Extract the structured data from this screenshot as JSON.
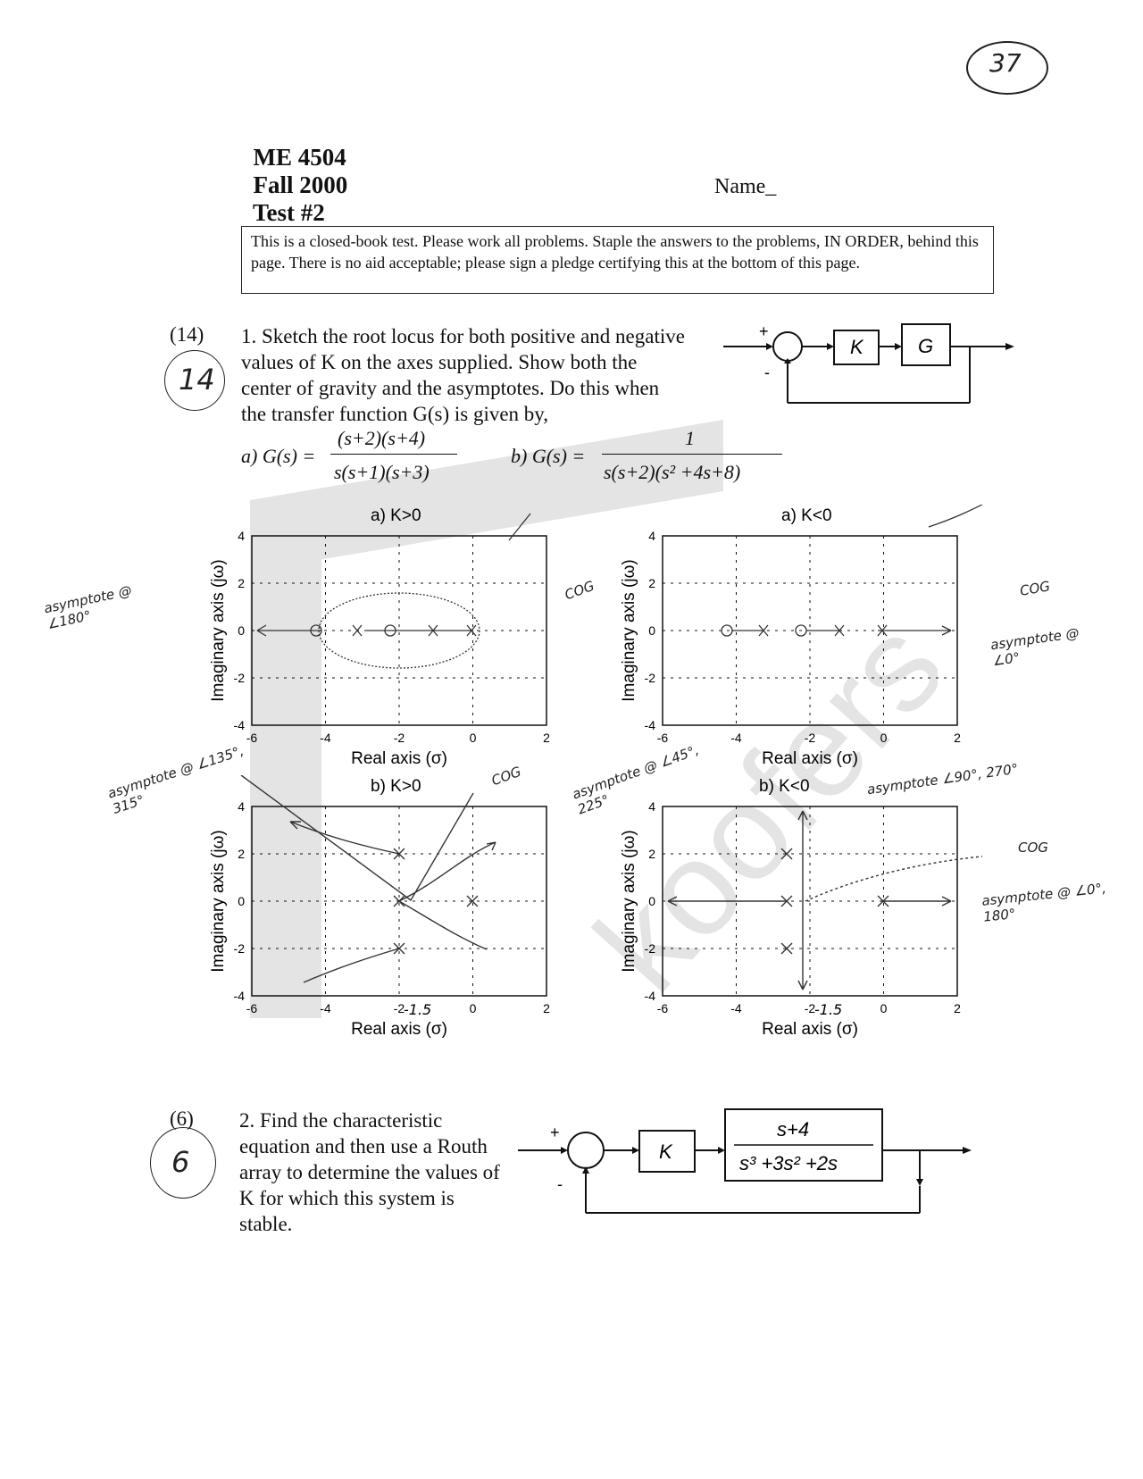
{
  "page_number": "37",
  "header": {
    "course": "ME 4504",
    "term": "Fall 2000",
    "test": "Test #2",
    "name_label": "Name_"
  },
  "notice": "This is a closed-book test. Please work all problems. Staple the answers to the problems, IN ORDER, behind this page. There is no aid acceptable; please sign a pledge certifying this at the bottom of this page.",
  "problem1": {
    "points": "(14)",
    "score": "14",
    "text": "1. Sketch the root locus for both positive and negative values of K on the axes supplied. Show both the center of gravity and the asymptotes. Do this when the transfer function G(s) is given by,",
    "part_a_label": "a)  G(s) =",
    "part_a_num": "(s+2)(s+4)",
    "part_a_den": "s(s+1)(s+3)",
    "part_b_label": "b)  G(s) =",
    "part_b_num": "1",
    "part_b_den": "s(s+2)(s² +4s+8)",
    "block_k": "K",
    "block_g": "G",
    "plus": "+",
    "minus": "-"
  },
  "plots": {
    "titles": [
      "a) K>0",
      "a) K<0",
      "b) K>0",
      "b) K<0"
    ],
    "xlabel": "Real axis (σ)",
    "ylabel": "Imaginary axis (jω)",
    "xticks": [
      "-6",
      "-4",
      "-2",
      "0",
      "2"
    ],
    "yticks": [
      "4",
      "2",
      "0",
      "-2",
      "-4"
    ]
  },
  "annotations": {
    "asym_180": "asymptote @ ∠180°",
    "cog": "COG",
    "asym_0": "asymptote @ ∠0°",
    "asym_135": "asymptote @ ∠135°, 315°",
    "asym_45": "asymptote @ ∠45°, 225°",
    "asym_90": "asymptote ∠90°, 270°",
    "asym_0_180": "asymptote @ ∠0°, 180°",
    "minus_1_5_a": "-1.5",
    "minus_1_5_b": "-1.5"
  },
  "problem2": {
    "points": "(6)",
    "score": "6",
    "text": "2. Find the characteristic equation and then use a Routh array to determine the values of K for which this system is stable.",
    "block_k": "K",
    "tf_num": "s+4",
    "tf_den": "s³ +3s² +2s",
    "plus": "+",
    "minus": "-"
  }
}
